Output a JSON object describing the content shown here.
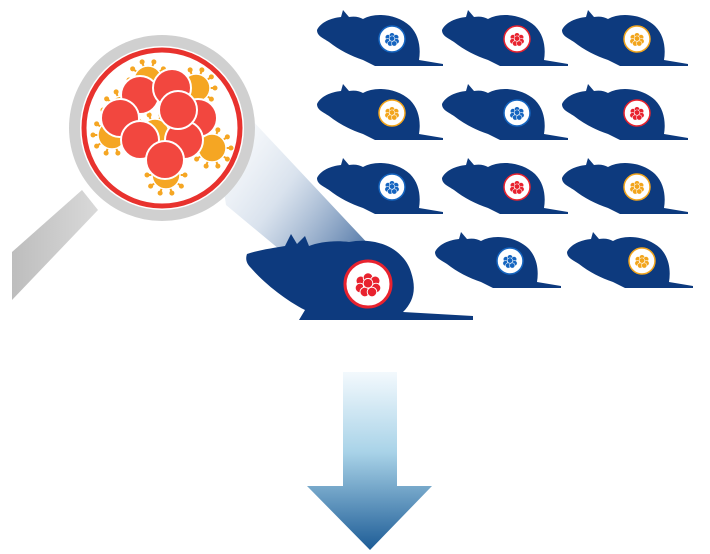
{
  "colors": {
    "background": "#ffffff",
    "mouse_body": "#0d3a7e",
    "tumor_blue": "#1565c0",
    "tumor_red": "#e8222e",
    "tumor_orange": "#f2a51c",
    "magnifier_rim": "#cccccc",
    "magnifier_ring": "#e8322e",
    "cell_red": "#f2473f",
    "cell_orange": "#f5a623",
    "arrow_top": "#f3f9fd",
    "arrow_bottom": "#1d5c96"
  },
  "icons": {
    "mouse": "mouse-silhouette-icon",
    "tumor": "tumor-cluster-icon",
    "magnifier": "magnifying-glass-icon",
    "arrow": "down-arrow-icon"
  },
  "mouse_grid": [
    {
      "row": 1,
      "col": 1,
      "tumor": "blue"
    },
    {
      "row": 1,
      "col": 2,
      "tumor": "red"
    },
    {
      "row": 1,
      "col": 3,
      "tumor": "orange"
    },
    {
      "row": 2,
      "col": 1,
      "tumor": "orange"
    },
    {
      "row": 2,
      "col": 2,
      "tumor": "blue"
    },
    {
      "row": 2,
      "col": 3,
      "tumor": "red"
    },
    {
      "row": 3,
      "col": 1,
      "tumor": "blue"
    },
    {
      "row": 3,
      "col": 2,
      "tumor": "red"
    },
    {
      "row": 3,
      "col": 3,
      "tumor": "orange"
    },
    {
      "row": 4,
      "col": 2,
      "tumor": "blue"
    },
    {
      "row": 4,
      "col": 3,
      "tumor": "orange"
    }
  ],
  "featured_mouse": {
    "tumor": "red"
  }
}
